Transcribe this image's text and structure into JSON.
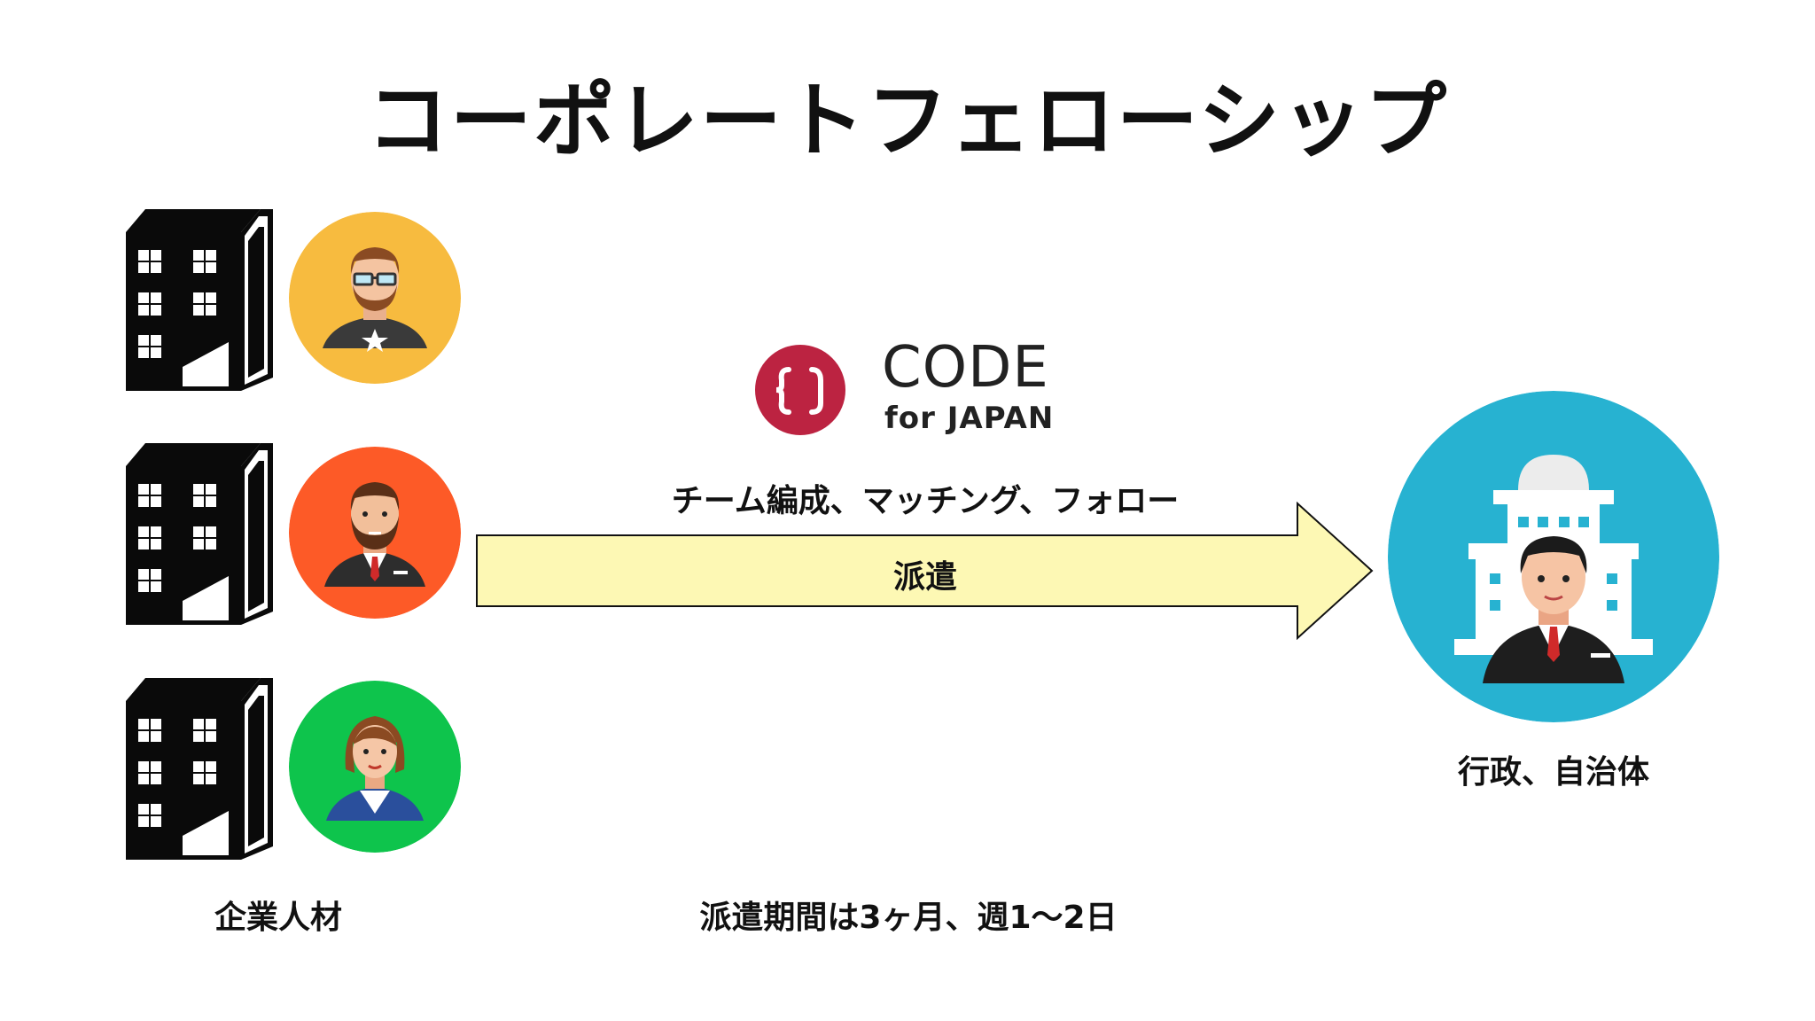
{
  "title": "コーポレートフェローシップ",
  "logo": {
    "code": "CODE",
    "sub": "for JAPAN",
    "color": "#bc2341"
  },
  "service_label": "チーム編成、マッチング、フォロー",
  "arrow": {
    "label": "派遣",
    "fill": "#fdf8b4"
  },
  "left_label": "企業人材",
  "right_label": "行政、自治体",
  "bottom_note": "派遣期間は3ヶ月、週1〜2日",
  "avatars": [
    {
      "icon": "man-with-glasses-icon",
      "bg": "#f7bb3f"
    },
    {
      "icon": "bearded-businessman-icon",
      "bg": "#fd5a27"
    },
    {
      "icon": "businesswoman-icon",
      "bg": "#0ec44c"
    }
  ],
  "government": {
    "icon": "government-official-icon",
    "bg": "#27b2d1"
  }
}
